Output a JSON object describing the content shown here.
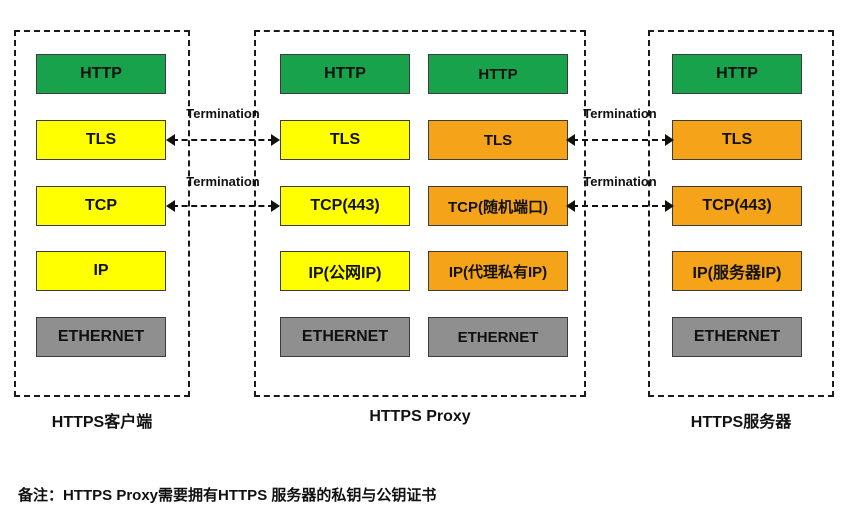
{
  "note": "备注：HTTPS Proxy需要拥有HTTPS 服务器的私钥与公钥证书",
  "colors": {
    "green": "#18A24B",
    "yellow": "#FFFF00",
    "orange": "#F5A318",
    "gray": "#8F8F8F"
  },
  "groups": [
    {
      "label": "HTTPS客户端"
    },
    {
      "label": "HTTPS Proxy"
    },
    {
      "label": "HTTPS服务器"
    }
  ],
  "arrows": [
    {
      "label": "Termination"
    },
    {
      "label": "Termination"
    },
    {
      "label": "Termination"
    },
    {
      "label": "Termination"
    }
  ],
  "columns": [
    {
      "name": "client",
      "layers": [
        {
          "label": "HTTP",
          "color": "#18A24B"
        },
        {
          "label": "TLS",
          "color": "#FFFF00"
        },
        {
          "label": "TCP",
          "color": "#FFFF00"
        },
        {
          "label": "IP",
          "color": "#FFFF00"
        },
        {
          "label": "ETHERNET",
          "color": "#8F8F8F"
        }
      ]
    },
    {
      "name": "proxy-public-side",
      "layers": [
        {
          "label": "HTTP",
          "color": "#18A24B"
        },
        {
          "label": "TLS",
          "color": "#FFFF00"
        },
        {
          "label": "TCP(443)",
          "color": "#FFFF00"
        },
        {
          "label": "IP(公网IP)",
          "color": "#FFFF00"
        },
        {
          "label": "ETHERNET",
          "color": "#8F8F8F"
        }
      ]
    },
    {
      "name": "proxy-private-side",
      "layers": [
        {
          "label": "HTTP",
          "color": "#18A24B"
        },
        {
          "label": "TLS",
          "color": "#F5A318"
        },
        {
          "label": "TCP(随机端口)",
          "color": "#F5A318"
        },
        {
          "label": "IP(代理私有IP)",
          "color": "#F5A318"
        },
        {
          "label": "ETHERNET",
          "color": "#8F8F8F"
        }
      ]
    },
    {
      "name": "server",
      "layers": [
        {
          "label": "HTTP",
          "color": "#18A24B"
        },
        {
          "label": "TLS",
          "color": "#F5A318"
        },
        {
          "label": "TCP(443)",
          "color": "#F5A318"
        },
        {
          "label": "IP(服务器IP)",
          "color": "#F5A318"
        },
        {
          "label": "ETHERNET",
          "color": "#8F8F8F"
        }
      ]
    }
  ]
}
